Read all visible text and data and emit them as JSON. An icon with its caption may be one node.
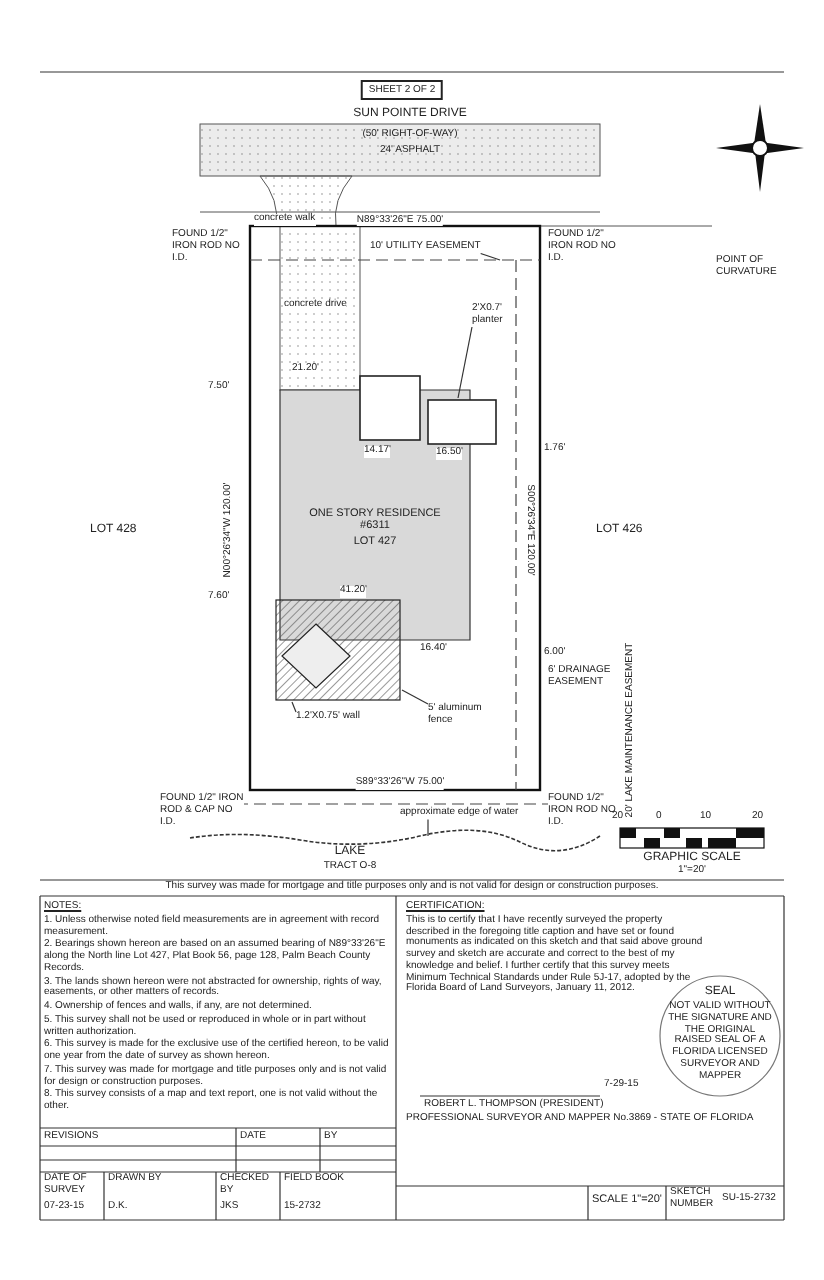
{
  "diagram": {
    "nodes": [
      {
        "text": [
          "ONE STORY RESIDENCE #6311",
          "LOT 427"
        ]
      },
      {
        "text": [
          "10' UTILITY EASEMENT"
        ]
      },
      {
        "text": [
          "2'X0.7' planter"
        ]
      },
      {
        "text": [
          "5' aluminum fence"
        ]
      },
      {
        "text": [
          "1.2'X0.75' wall"
        ]
      },
      {
        "text": [
          "approximate edge of water"
        ]
      }
    ],
    "edges": [
      {
        "from": 1,
        "to": null,
        "arrow": "none"
      },
      {
        "from": 2,
        "to": null,
        "arrow": "none"
      },
      {
        "from": 3,
        "to": null,
        "arrow": "none"
      },
      {
        "from": 4,
        "to": null,
        "arrow": "none"
      },
      {
        "from": 5,
        "to": null,
        "arrow": "none"
      }
    ],
    "labels": [
      "SHEET 2 OF 2",
      "SUN POINTE DRIVE",
      "(50' RIGHT-OF-WAY)",
      "24' ASPHALT",
      "concrete walk",
      "N89°33'26\"E 75.00'",
      "FOUND 1/2\" IRON ROD NO I.D.",
      "FOUND 1/2\" IRON ROD NO I.D.",
      "POINT OF CURVATURE",
      "concrete drive",
      "7.50'",
      "21.20'",
      "14.17'",
      "16.50'",
      "1.76'",
      "LOT 428",
      "N00°26'34\"W 120.00'",
      "S00°26'34\"E 120.00'",
      "LOT 426",
      "7.60'",
      "41.20'",
      "16.40'",
      "6.00'",
      "6' DRAINAGE EASEMENT",
      "S89°33'26\"W 75.00'",
      "FOUND 1/2\" IRON ROD & CAP NO I.D.",
      "FOUND 1/2\" IRON ROD NO I.D.",
      "20' LAKE MAINTENANCE EASEMENT",
      "LAKE",
      "TRACT O-8",
      "20",
      "0",
      "10",
      "20",
      "GRAPHIC SCALE",
      "1\"=20'",
      "This survey was made for mortgage and title purposes only and is not valid for design or construction purposes.",
      "NOTES:",
      "1. Unless otherwise noted field measurements are in agreement with record measurement.",
      "2. Bearings shown hereon are based on an assumed bearing of N89°33'26\"E along the North line Lot 427, Plat Book 56, page 128, Palm Beach County Records.",
      "3. The lands shown hereon were not abstracted for ownership, rights of way, easements, or other matters of records.",
      "4. Ownership of fences and walls, if any, are not determined.",
      "5. This survey shall not be used or reproduced in whole or in part without written authorization.",
      "6. This survey is made for the exclusive use of the certified hereon, to be valid one year from the date of survey as shown hereon.",
      "7. This survey was made for mortgage and title purposes only and is not valid for design or construction purposes.",
      "8. This survey consists of a map and text report, one is not valid without the other.",
      "CERTIFICATION:",
      "This is to certify that I have recently surveyed the property described in the foregoing title caption and have set or found monuments as indicated on this sketch and that said above ground survey and sketch are accurate and correct to the best of my knowledge and belief. I further certify that this survey meets Minimum Technical Standards under Rule 5J-17, adopted by the Florida Board of Land Surveyors, January 11, 2012.",
      "7-29-15",
      "ROBERT L. THOMPSON (PRESIDENT)",
      "PROFESSIONAL SURVEYOR AND MAPPER No.3869 - STATE OF FLORIDA",
      "SEAL",
      "NOT VALID WITHOUT THE SIGNATURE AND THE ORIGINAL RAISED SEAL OF A FLORIDA LICENSED SURVEYOR AND MAPPER",
      "REVISIONS",
      "DATE",
      "BY",
      "DATE OF SURVEY",
      "07-23-15",
      "DRAWN BY",
      "D.K.",
      "CHECKED BY",
      "JKS",
      "FIELD BOOK",
      "15-2732",
      "SCALE 1\"=20'",
      "SKETCH NUMBER",
      "SU-15-2732"
    ]
  }
}
